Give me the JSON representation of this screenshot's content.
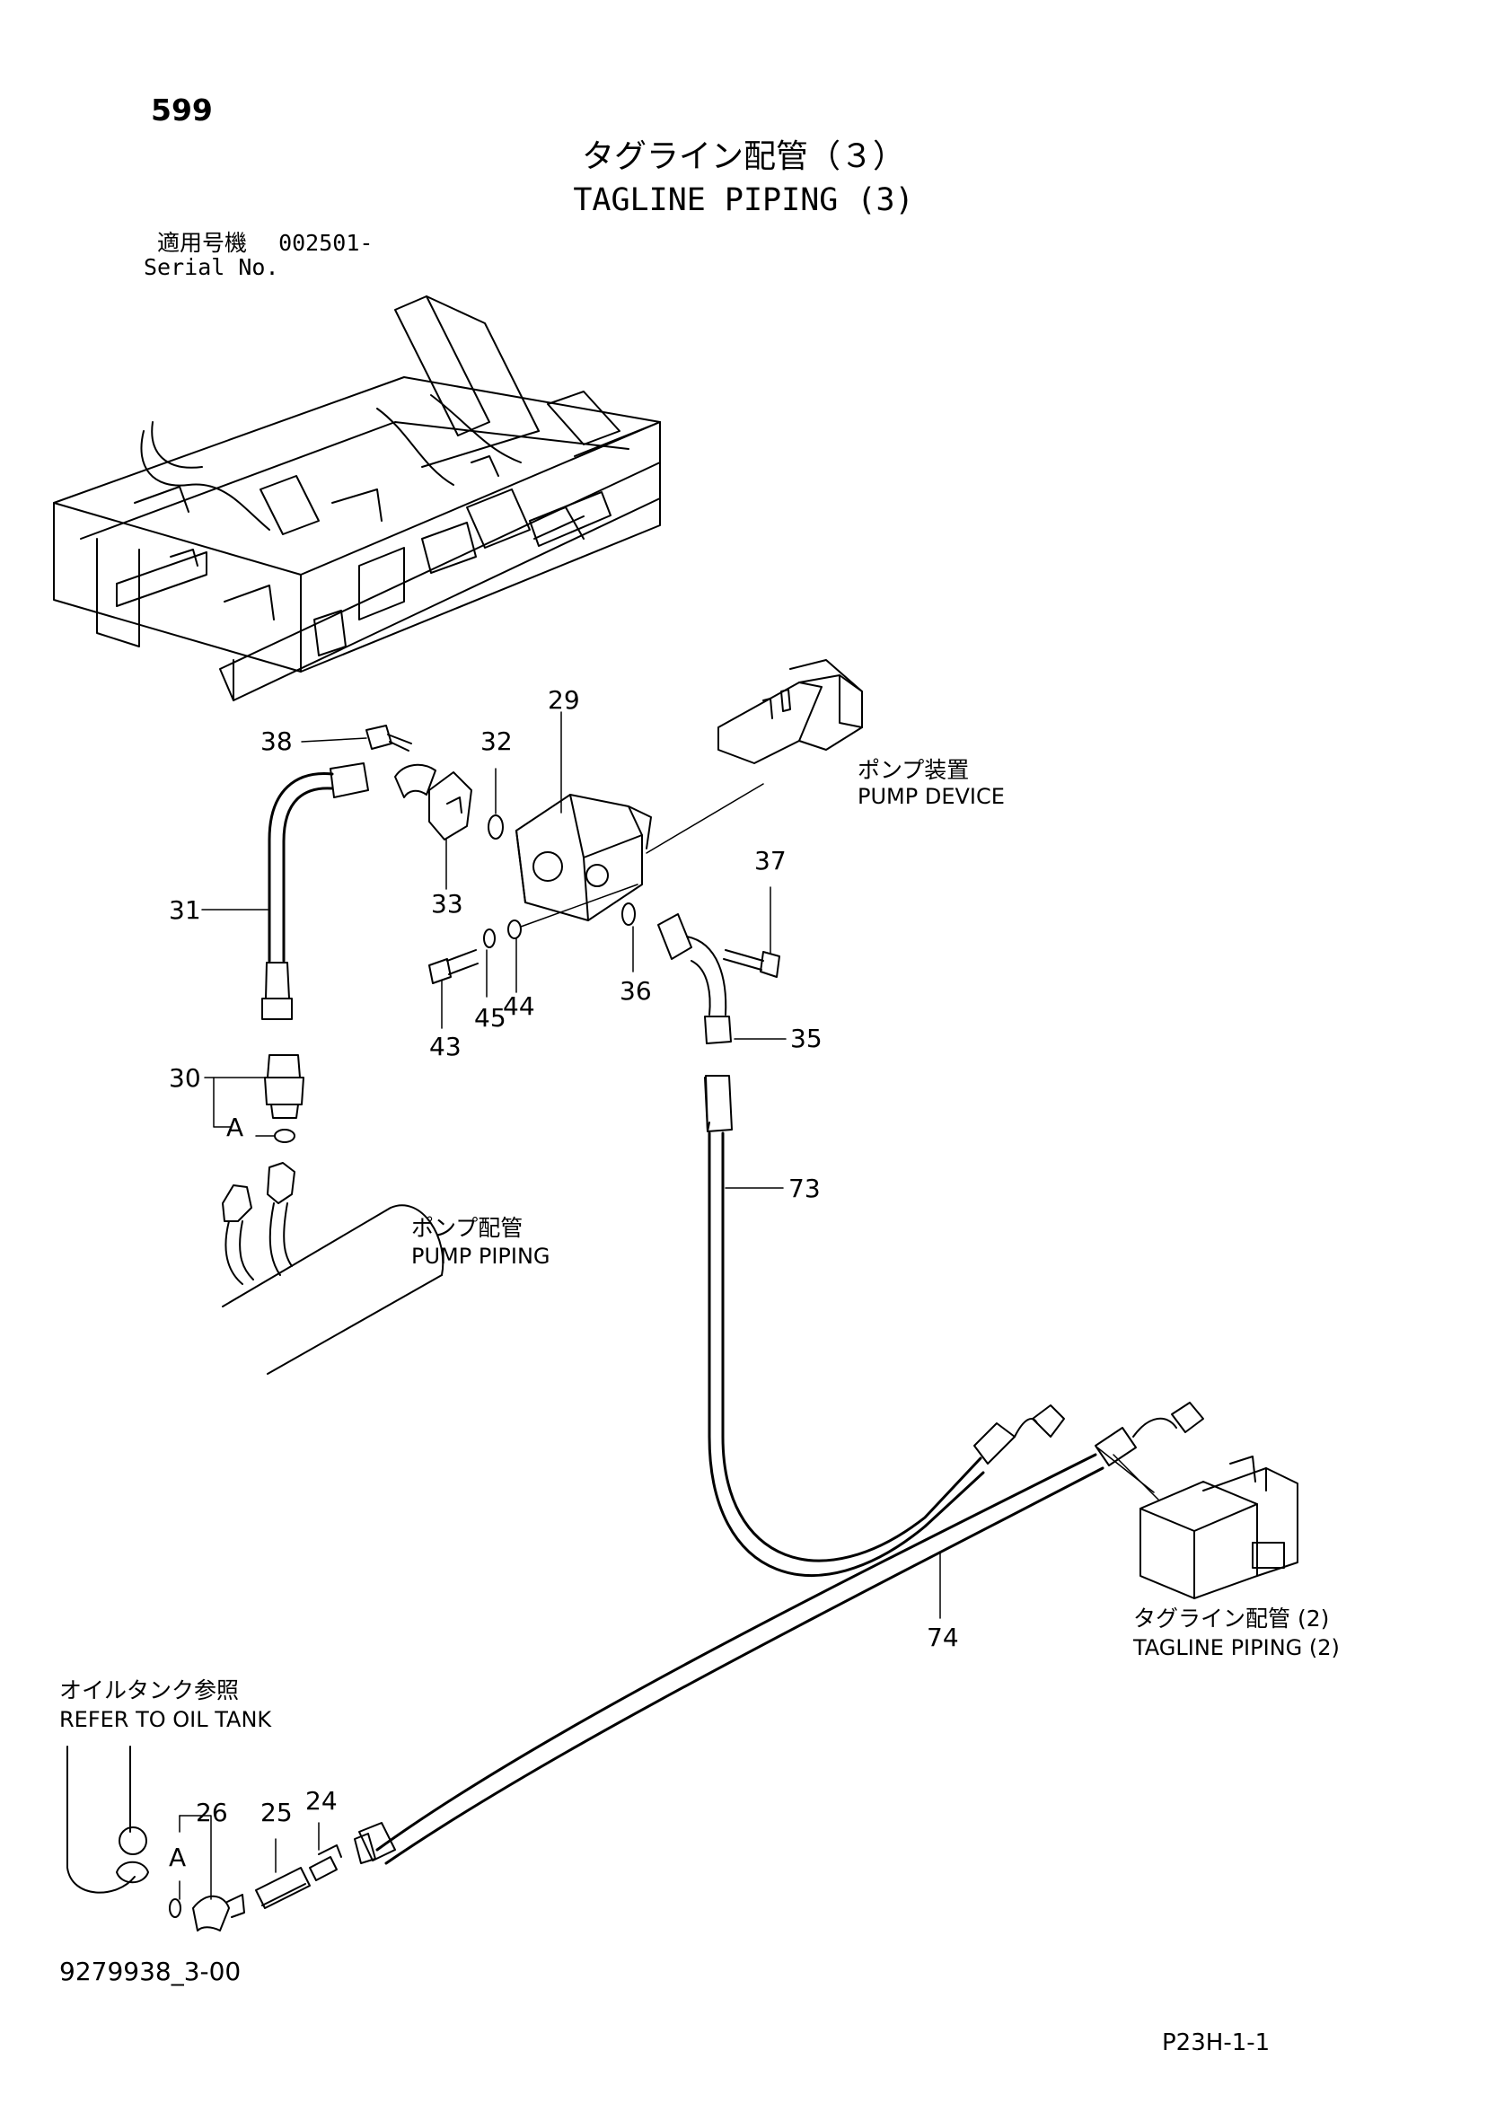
{
  "header": {
    "page_number": "599",
    "title_jp": "タグライン配管（３）",
    "title_en": "TAGLINE PIPING (3)",
    "serial_label_jp": "適用号機",
    "serial_value": "002501-",
    "serial_label_en": "Serial No."
  },
  "references": {
    "pump_device_jp": "ポンプ装置",
    "pump_device_en": "PUMP DEVICE",
    "pump_piping_jp": "ポンプ配管",
    "pump_piping_en": "PUMP PIPING",
    "tagline_piping2_jp": "タグライン配管 (2)",
    "tagline_piping2_en": "TAGLINE PIPING (2)",
    "oil_tank_jp": "オイルタンク参照",
    "oil_tank_en": "REFER TO OIL TANK"
  },
  "callouts": {
    "p24": "24",
    "p25": "25",
    "p26": "26",
    "p29": "29",
    "p30": "30",
    "p31": "31",
    "p32": "32",
    "p33": "33",
    "p35": "35",
    "p36": "36",
    "p37": "37",
    "p38": "38",
    "p43": "43",
    "p44": "44",
    "p45": "45",
    "p73": "73",
    "p74": "74",
    "conn_a1": "A",
    "conn_a2": "A"
  },
  "footer": {
    "drawing_number": "9279938_3-00",
    "page_code": "P23H-1-1"
  }
}
